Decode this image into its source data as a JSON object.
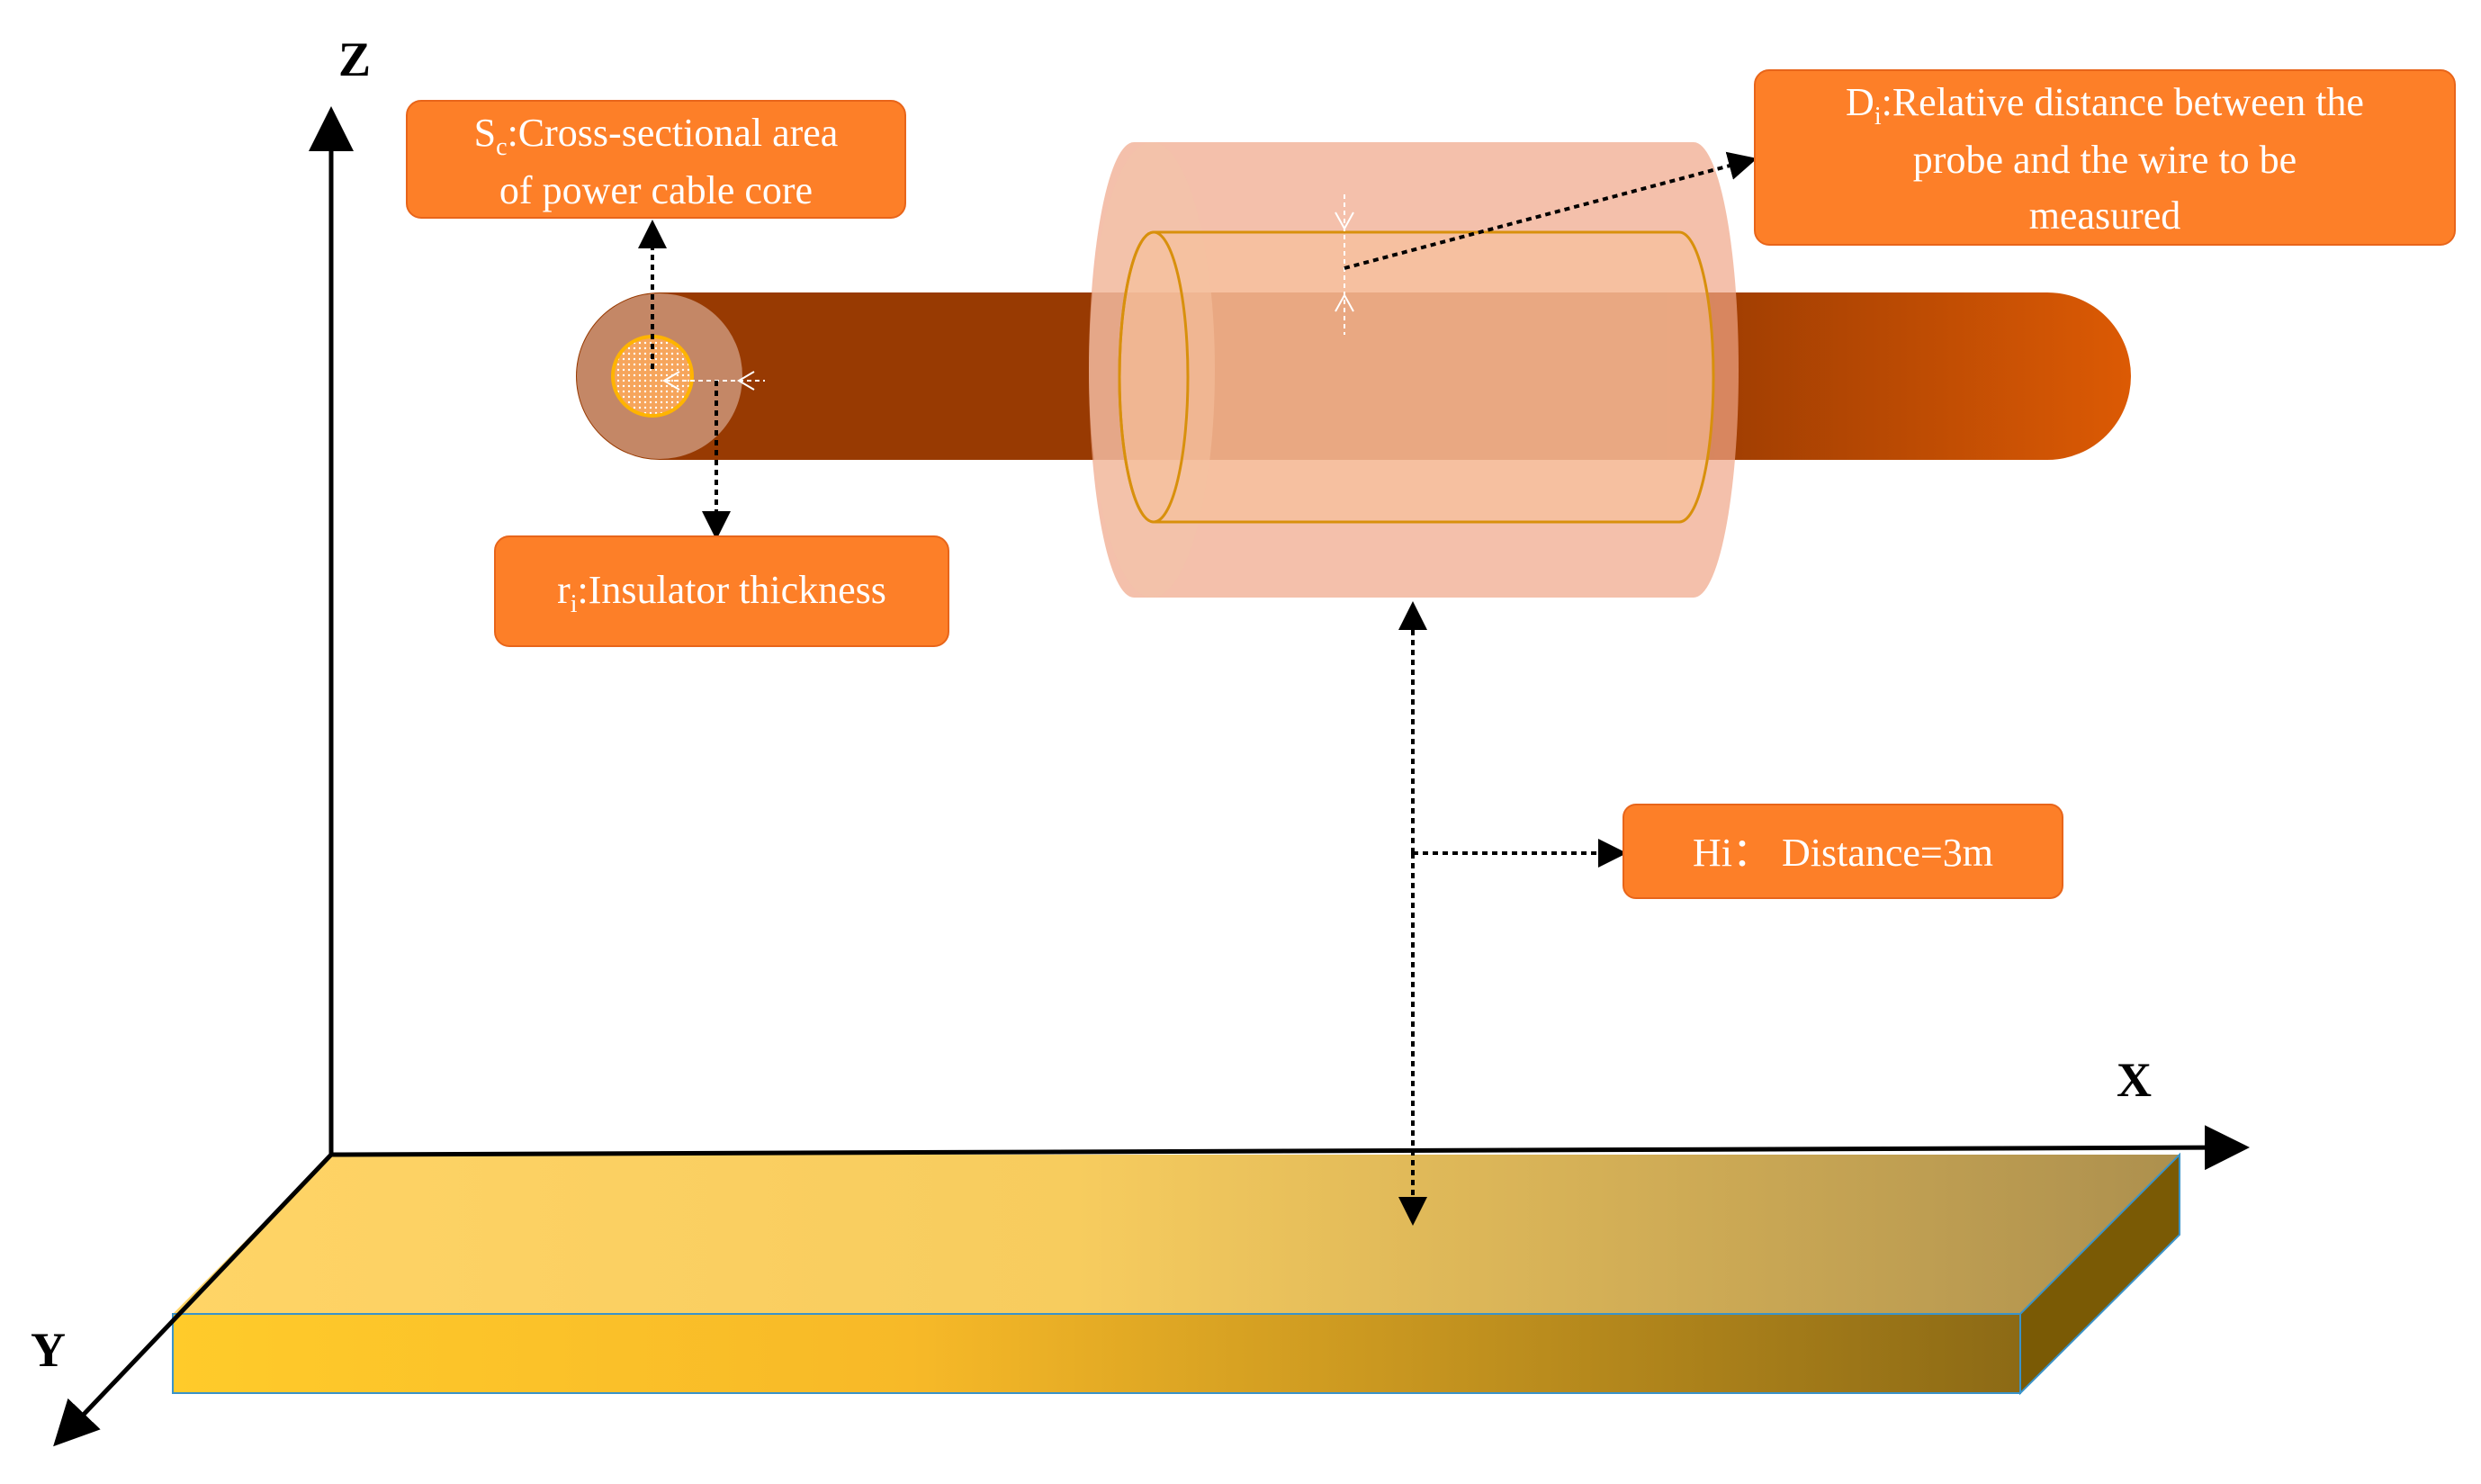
{
  "axes": {
    "x": "X",
    "y": "Y",
    "z": "Z"
  },
  "labels": {
    "cross_section": {
      "symbol": "S",
      "sub": "c",
      "line1_rest": ":Cross-sectional area",
      "line2": "of power cable core"
    },
    "insulator": {
      "symbol": "r",
      "sub": "i",
      "rest": ":Insulator thickness"
    },
    "relative_distance": {
      "symbol": "D",
      "sub": "i",
      "line1_rest": ":Relative distance between the",
      "line2": "probe and the wire to be",
      "line3": "measured"
    },
    "height": {
      "text": "Hi： Distance=3m"
    }
  },
  "colors": {
    "box_fill": "#fd7f28",
    "box_border": "#e8651a",
    "cable_dark": "#983a02",
    "cable_light": "#d85a04",
    "probe": "#f2b38e",
    "ground_left": "#ffcb2a",
    "ground_right": "#a87e4a"
  }
}
